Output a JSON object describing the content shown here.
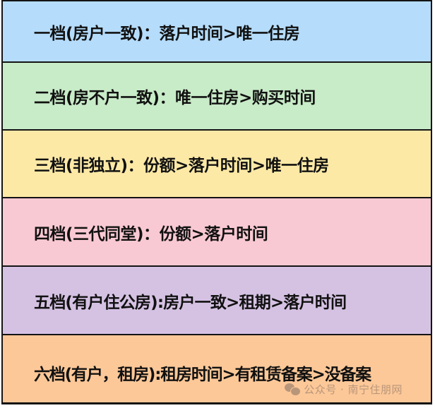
{
  "rows": [
    {
      "label": "一档(房户一致)：落户时间>唯一住房",
      "color": "#b5dcfb"
    },
    {
      "label": "二档(房不户一致)：唯一住房>购买时间",
      "color": "#c8ebc8"
    },
    {
      "label": "三档(非独立)：份额>落户时间>唯一住房",
      "color": "#fde9a6"
    },
    {
      "label": "四档(三代同堂)：份额>落户时间",
      "color": "#f9c9d3"
    },
    {
      "label": "五档(有户住公房):房户一致>租期>落户时间",
      "color": "#d5c2e3"
    },
    {
      "label": "六档(有户，租房):租房时间>有租赁备案>没备案",
      "color": "#fdc898"
    }
  ],
  "watermark": {
    "icon": "wechat-icon",
    "text": "公众号 · 南宁住朋网"
  },
  "colors": {
    "border": "#141414",
    "text": "#111111",
    "watermark": "#b8967a"
  }
}
